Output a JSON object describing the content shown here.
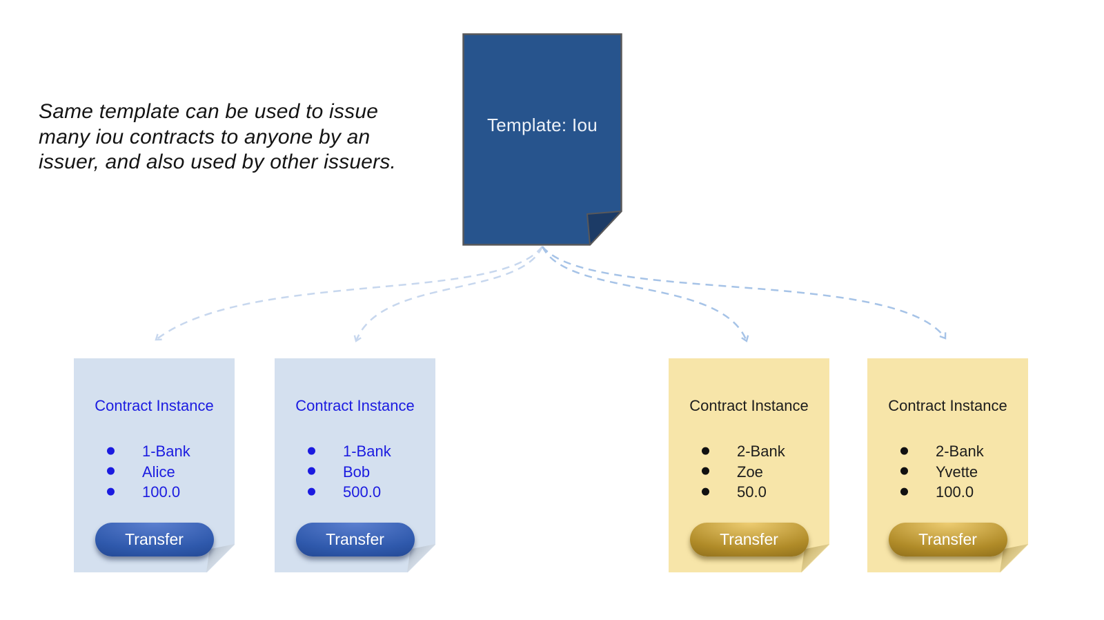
{
  "annotation": {
    "lines": [
      "Same template can be used to issue",
      "many iou contracts to anyone by an",
      "issuer, and also used by other issuers."
    ]
  },
  "template_doc": {
    "label": "Template: Iou"
  },
  "cards": [
    {
      "title": "Contract Instance",
      "items": [
        "1-Bank",
        "Alice",
        "100.0"
      ],
      "button": "Transfer",
      "theme": "blue"
    },
    {
      "title": "Contract Instance",
      "items": [
        "1-Bank",
        "Bob",
        "500.0"
      ],
      "button": "Transfer",
      "theme": "blue"
    },
    {
      "title": "Contract Instance",
      "items": [
        "2-Bank",
        "Zoe",
        "50.0"
      ],
      "button": "Transfer",
      "theme": "gold"
    },
    {
      "title": "Contract Instance",
      "items": [
        "2-Bank",
        "Yvette",
        "100.0"
      ],
      "button": "Transfer",
      "theme": "gold"
    }
  ],
  "colors": {
    "template_fill": "#27548D",
    "template_fold": "#1C3B66",
    "blue_card_bg": "#D4E0EF",
    "gold_card_bg": "#F7E5A9",
    "blue_text": "#1B1BE0",
    "arrow_light": "#C7D7EE",
    "arrow_dark": "#A6C3E7"
  }
}
